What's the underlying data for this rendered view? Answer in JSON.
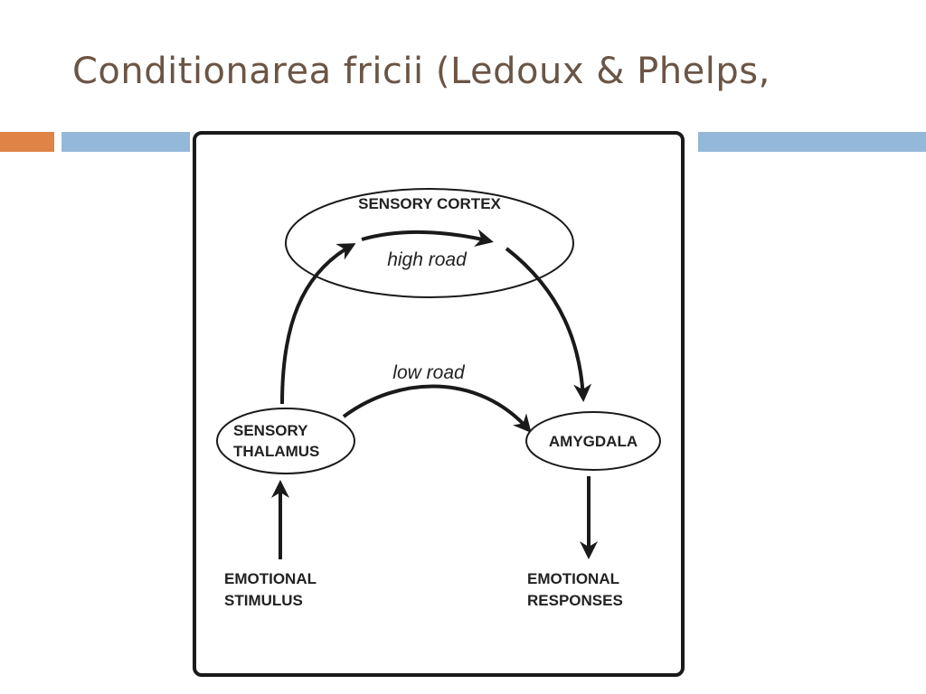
{
  "slide": {
    "title": "Conditionarea fricii (Ledoux & Phelps,"
  },
  "colors": {
    "title": "#6b5545",
    "accent_orange": "#df8346",
    "accent_blue": "#94b8d8",
    "ink": "#1a1a1a"
  },
  "diagram": {
    "nodes": {
      "sensory_cortex": "SENSORY CORTEX",
      "sensory_thalamus_line1": "SENSORY",
      "sensory_thalamus_line2": "THALAMUS",
      "amygdala": "AMYGDALA"
    },
    "labels": {
      "high_road": "high road",
      "low_road": "low road",
      "emotional_stimulus_line1": "EMOTIONAL",
      "emotional_stimulus_line2": "STIMULUS",
      "emotional_responses_line1": "EMOTIONAL",
      "emotional_responses_line2": "RESPONSES"
    }
  }
}
